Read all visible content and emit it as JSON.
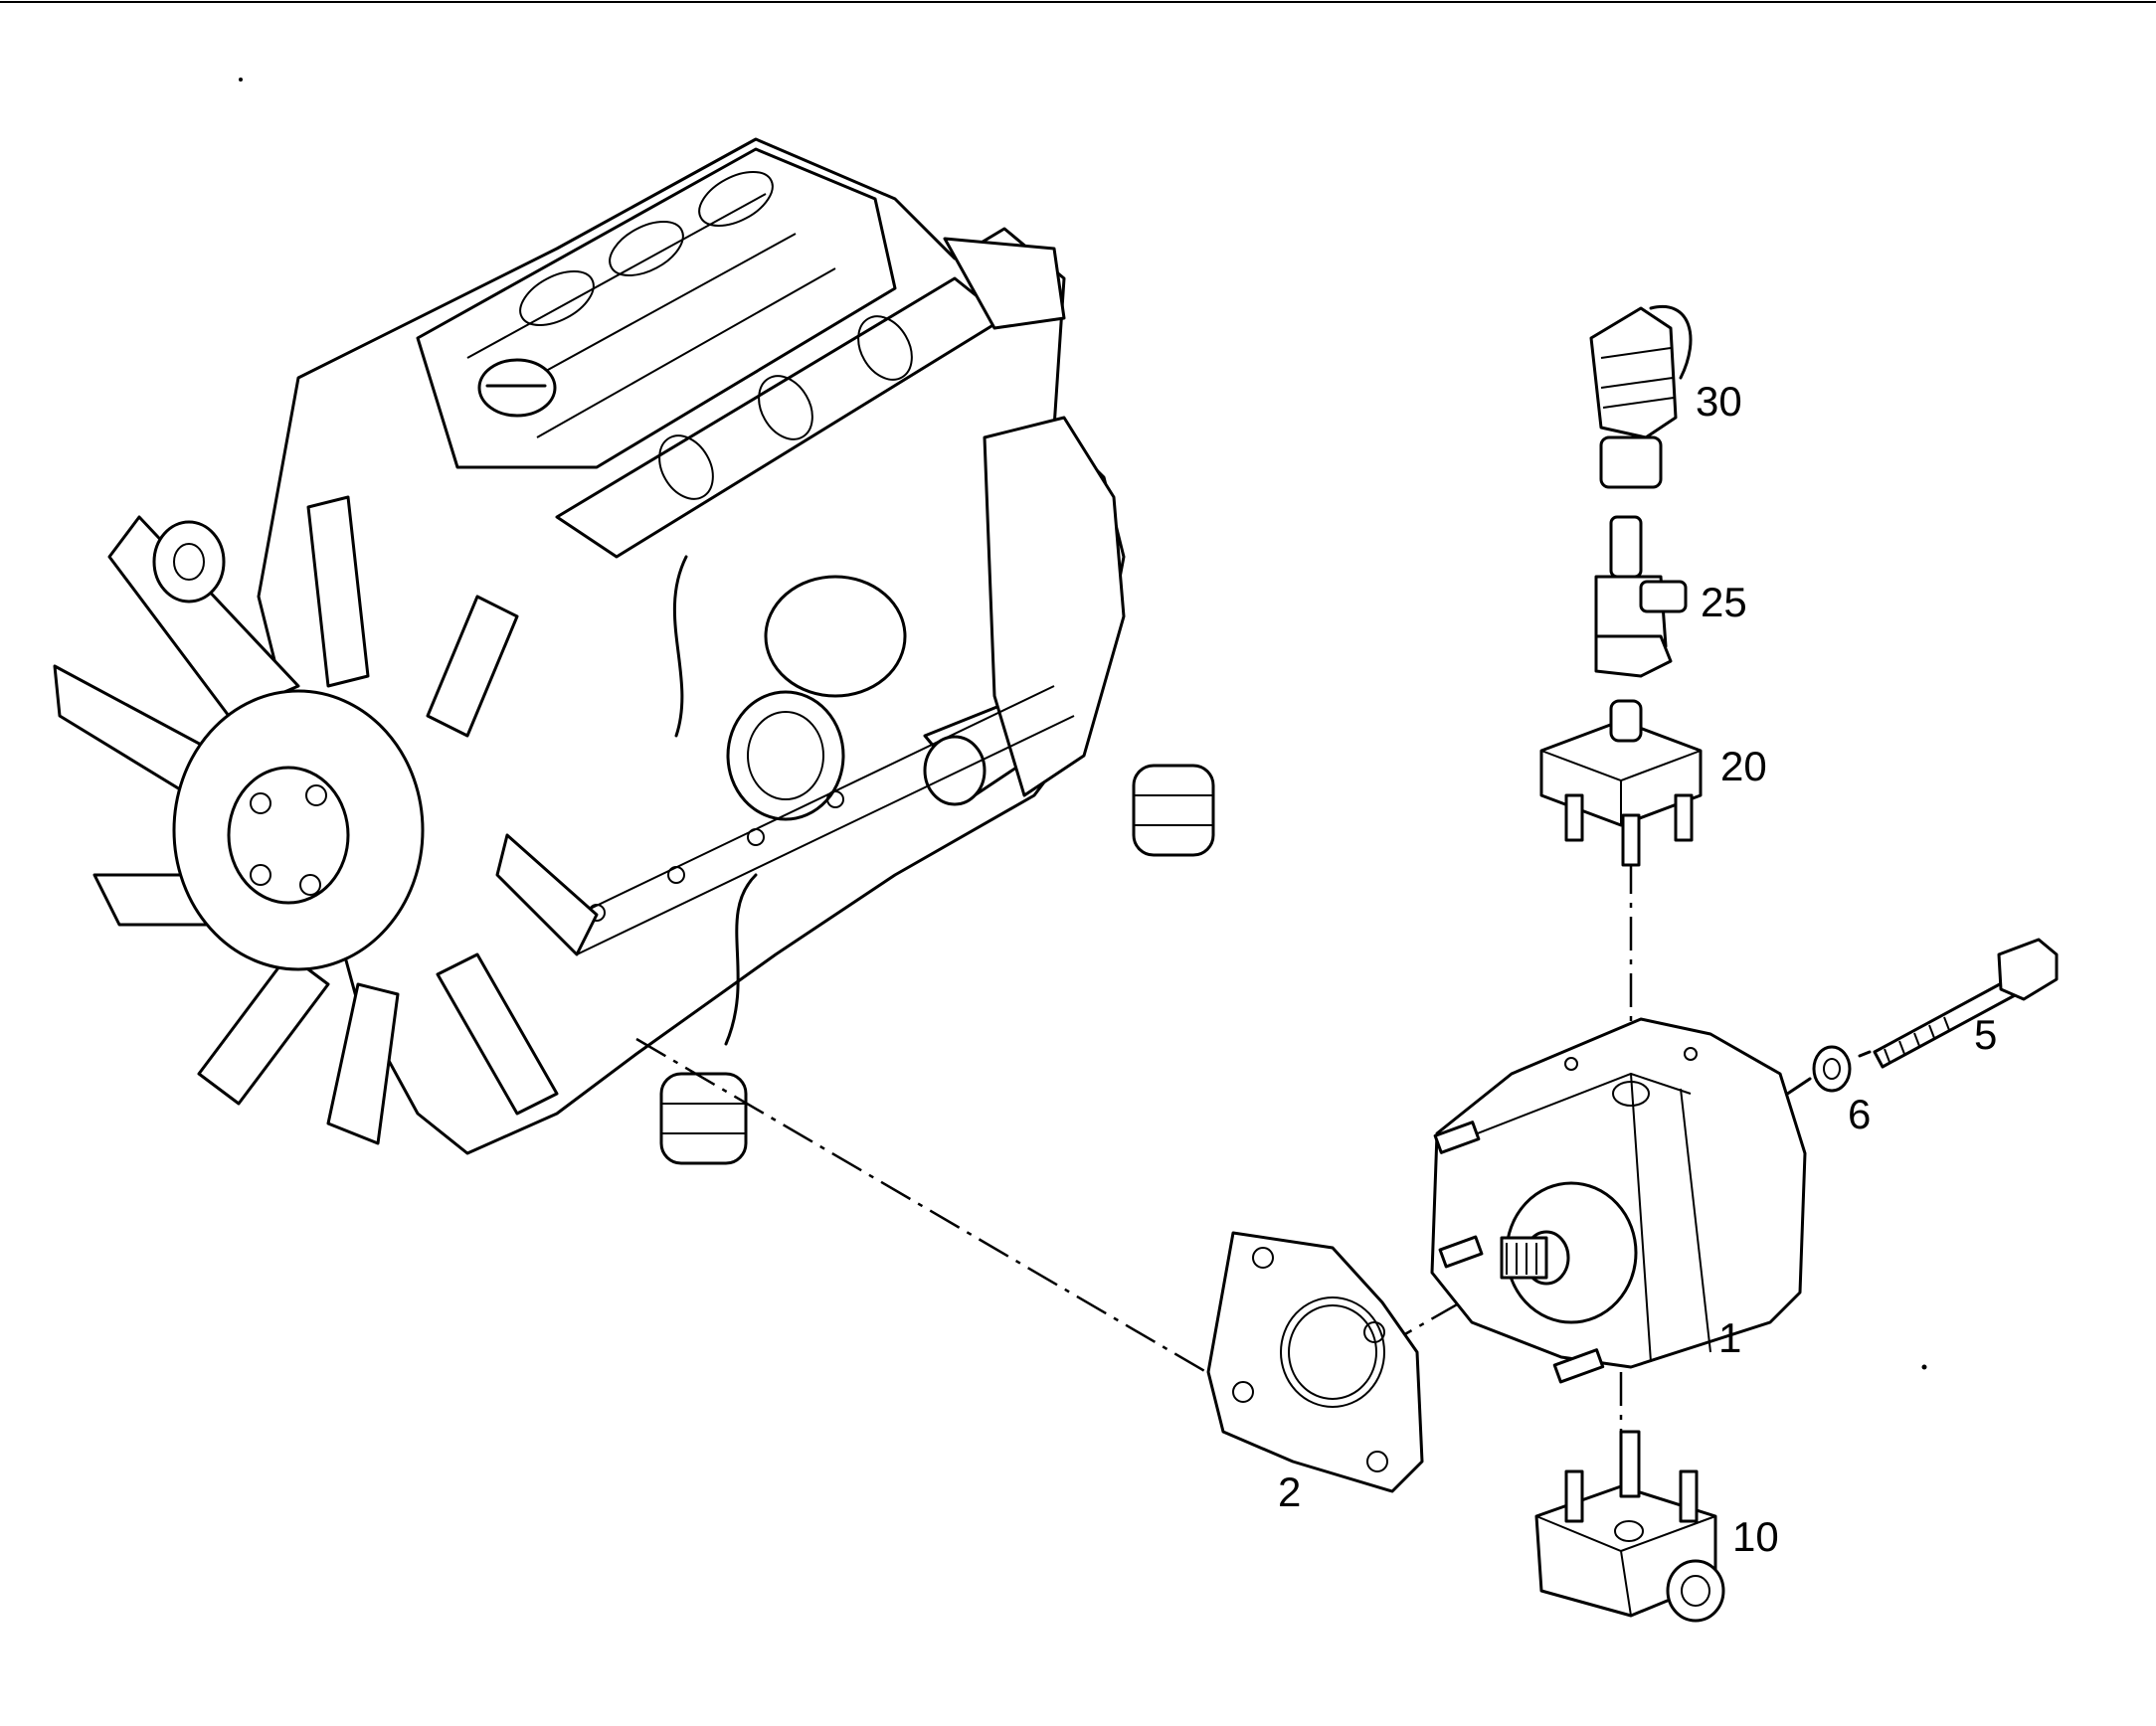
{
  "callouts": {
    "c1": "1",
    "c2": "2",
    "c5": "5",
    "c6": "6",
    "c10": "10",
    "c20": "20",
    "c25": "25",
    "c30": "30"
  }
}
